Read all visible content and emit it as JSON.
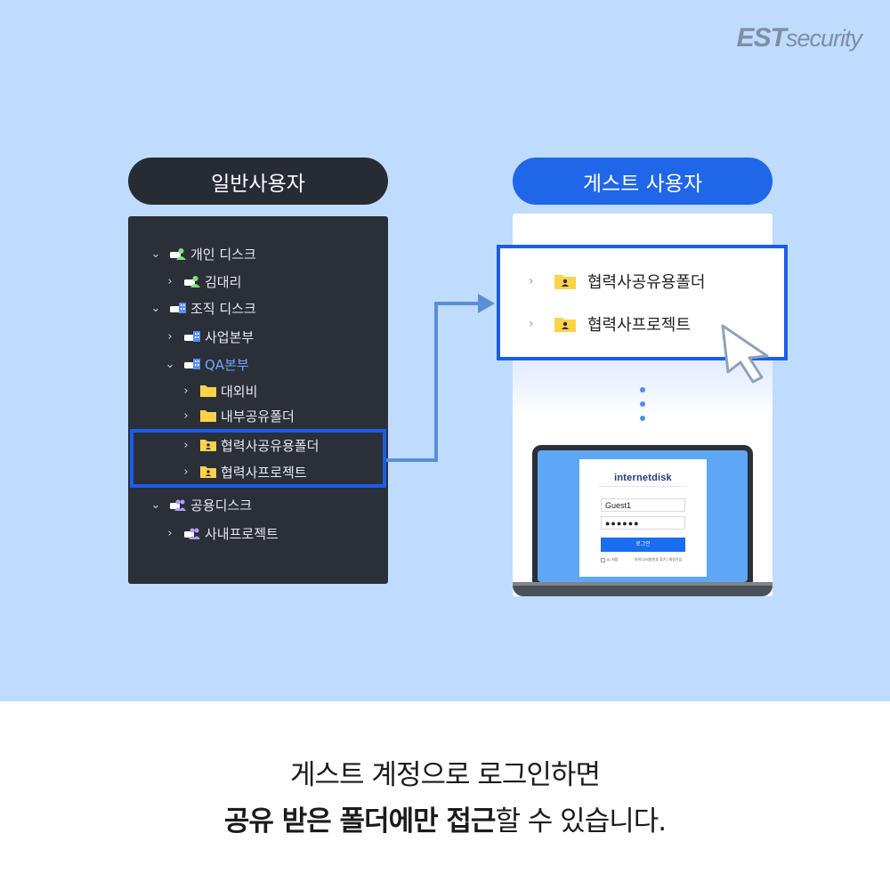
{
  "brand": {
    "est": "EST",
    "security": "security"
  },
  "left": {
    "title": "일반사용자",
    "tree": [
      {
        "label": "개인 디스크",
        "chevron": "⌄",
        "icon": "user-disk-icon",
        "active": false
      },
      {
        "label": "김대리",
        "chevron": "›",
        "icon": "user-disk-icon",
        "active": false
      },
      {
        "label": "조직 디스크",
        "chevron": "⌄",
        "icon": "org-disk-icon",
        "active": false
      },
      {
        "label": "사업본부",
        "chevron": "›",
        "icon": "org-disk-icon",
        "active": false
      },
      {
        "label": "QA본부",
        "chevron": "⌄",
        "icon": "org-disk-icon",
        "active": true
      },
      {
        "label": "대외비",
        "chevron": "›",
        "icon": "folder-icon",
        "active": false
      },
      {
        "label": "내부공유폴더",
        "chevron": "›",
        "icon": "folder-icon",
        "active": false
      },
      {
        "label": "협력사공유용폴더",
        "chevron": "›",
        "icon": "shared-folder-icon",
        "active": false
      },
      {
        "label": "협력사프로젝트",
        "chevron": "›",
        "icon": "shared-folder-icon",
        "active": false
      },
      {
        "label": "공용디스크",
        "chevron": "⌄",
        "icon": "group-disk-icon",
        "active": false
      },
      {
        "label": "사내프로젝트",
        "chevron": "›",
        "icon": "group-disk-icon",
        "active": false
      }
    ]
  },
  "right": {
    "title": "게스트 사용자",
    "folders": [
      {
        "label": "협력사공유용폴더",
        "chevron": "›",
        "icon": "shared-folder-icon"
      },
      {
        "label": "협력사프로젝트",
        "chevron": "›",
        "icon": "shared-folder-icon"
      }
    ]
  },
  "login": {
    "brand_a": "internet",
    "brand_b": "disk",
    "username": "Guest1",
    "password": "●●●●●●",
    "button": "로그인",
    "remember": "ID 저장",
    "links": "아이디/비밀번호 찾기 | 회원가입"
  },
  "caption": {
    "line1": "게스트 계정으로 로그인하면",
    "line2_bold": "공유 받은 폴더에만 접근",
    "line2_rest": "할 수 있습니다."
  },
  "colors": {
    "background": "#bfdcff",
    "dark": "#2b2f38",
    "accent": "#1a5ee8",
    "folder": "#ffd24a"
  }
}
